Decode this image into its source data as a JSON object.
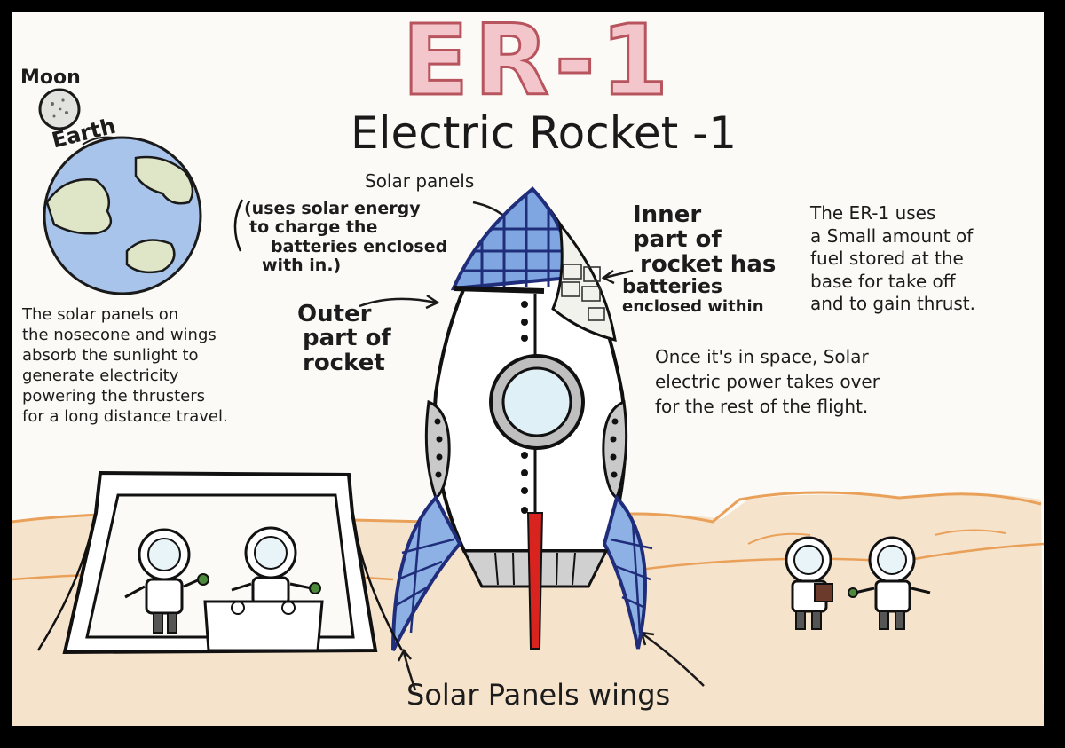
{
  "poster": {
    "title": "ER-1",
    "subtitle": "Electric Rocket -1",
    "moon_label": "Moon",
    "earth_label": "Earth",
    "solar_panels_label": "Solar panels",
    "solar_energy_note": [
      "(uses solar energy",
      "to charge the",
      "batteries enclosed",
      "with in.)"
    ],
    "outer_part_label": [
      "Outer",
      "part of",
      "rocket"
    ],
    "inner_part_label": [
      "Inner",
      "part of",
      "rocket has",
      "batteries",
      "enclosed within"
    ],
    "left_paragraph": [
      "The solar panels on",
      "the nosecone and wings",
      "absorb the sunlight to",
      "generate electricity",
      "powering the thrusters",
      "for a long distance travel."
    ],
    "right_paragraph_top": [
      "The ER-1 uses",
      "a Small amount of",
      "fuel stored at the",
      "base for take off",
      "and to gain thrust."
    ],
    "right_paragraph_bottom": [
      "Once it's in space, Solar",
      "electric power takes over",
      "for the rest of the flight."
    ],
    "wings_label": "Solar Panels wings"
  },
  "colors": {
    "title_fill": "#f3c6cc",
    "title_outline": "#b8545e",
    "panel_blue": "#1f2d7a",
    "ground_orange": "#e9a15a",
    "earth_blue": "#8fb4e3",
    "earth_land": "#dfe6c8",
    "exhaust_red": "#d8231f"
  }
}
